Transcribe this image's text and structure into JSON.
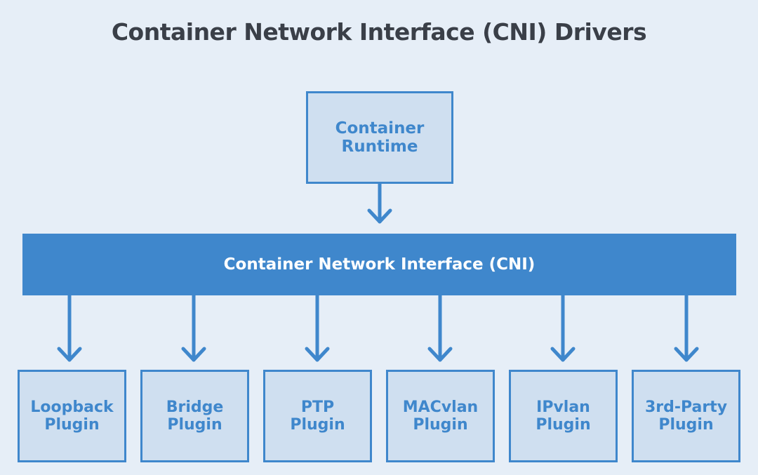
{
  "diagram": {
    "title": "Container Network Interface (CNI) Drivers",
    "runtime": {
      "label": "Container\nRuntime"
    },
    "cni_bar": {
      "label": "Container Network Interface (CNI)"
    },
    "plugins": [
      {
        "label": "Loopback\nPlugin"
      },
      {
        "label": "Bridge\nPlugin"
      },
      {
        "label": "PTP\nPlugin"
      },
      {
        "label": "MACvlan\nPlugin"
      },
      {
        "label": "IPvlan\nPlugin"
      },
      {
        "label": "3rd-Party\nPlugin"
      }
    ],
    "colors": {
      "background": "#e6eef7",
      "accent": "#3f87cc",
      "box_fill": "#cfdff0",
      "title": "#3a3f48"
    }
  }
}
